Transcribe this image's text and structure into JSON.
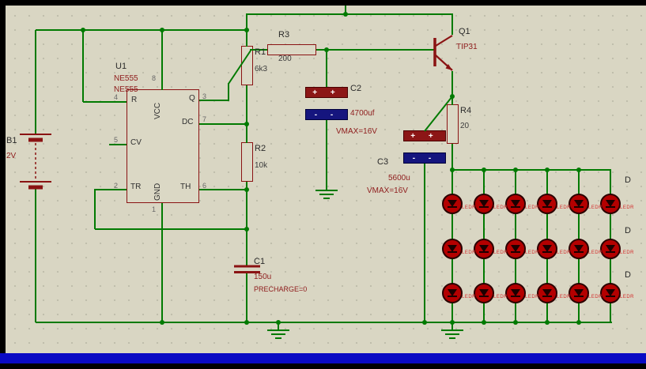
{
  "schematic": {
    "cap_marks": {
      "plus": "+ +",
      "minus": "- -"
    },
    "components": {
      "b1": {
        "ref": "B1",
        "value": "2V"
      },
      "u1": {
        "ref": "U1",
        "name": "NE555",
        "value": "NE555",
        "pin_names": {
          "reset": "R",
          "cv": "CV",
          "tr": "TR",
          "q": "Q",
          "dc": "DC",
          "th": "TH",
          "vcc": "VCC",
          "gnd": "GND"
        },
        "pin_numbers": {
          "reset": "4",
          "cv": "5",
          "tr": "2",
          "q": "3",
          "dc": "7",
          "th": "6",
          "vcc": "8",
          "gnd": "1"
        }
      },
      "r1": {
        "ref": "R1",
        "value": "6k3"
      },
      "r2": {
        "ref": "R2",
        "value": "10k"
      },
      "r3": {
        "ref": "R3",
        "value": "200"
      },
      "r4": {
        "ref": "R4",
        "value": "20"
      },
      "q1": {
        "ref": "Q1",
        "value": "TIP31"
      },
      "c1": {
        "ref": "C1",
        "value": "150u",
        "note": "PRECHARGE=0"
      },
      "c2": {
        "ref": "C2",
        "value": "4700uf",
        "note": "VMAX=16V"
      },
      "c3": {
        "ref": "C3",
        "value": "5600u",
        "note": "VMAX=16V"
      },
      "leds": {
        "rows": 3,
        "cols": 6,
        "model_label": "LEDR",
        "row_refs": [
          "D",
          "D",
          "D"
        ]
      }
    },
    "colors": {
      "wire": "#017a01",
      "component_outline": "#8a1313",
      "value_text": "#8e1b1b",
      "sheet": "#d9d6c3",
      "grid_dot": "#bfbcab",
      "status_bar": "#0a0ac4",
      "cap_positive_plate": "#8c1616",
      "cap_negative_plate": "#15157e",
      "led_fill": "#b40000"
    }
  }
}
